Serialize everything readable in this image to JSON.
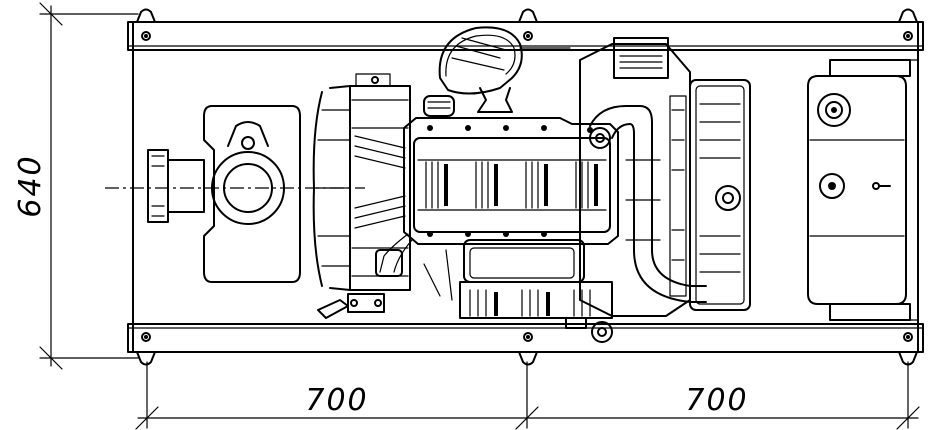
{
  "dimensions": {
    "height_label": "640",
    "left_width_label": "700",
    "right_width_label": "700"
  }
}
